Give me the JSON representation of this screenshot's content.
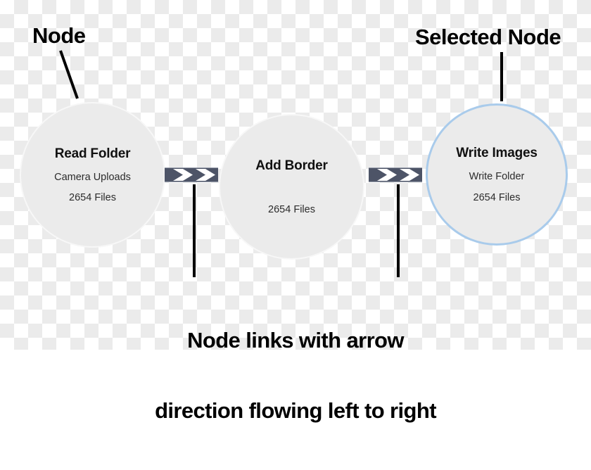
{
  "diagram": {
    "title": "Node graph with links",
    "background": "transparency-checkerboard",
    "colors": {
      "node_fill": "#ebebeb",
      "node_border": "#f7f7f7",
      "selected_border": "#a9cbeb",
      "link_bar": "#4d5467",
      "link_arrow": "#ffffff",
      "text": "#000000",
      "checker_light": "#ffffff",
      "checker_dark": "#ebebeb"
    },
    "nodes": [
      {
        "id": "read-folder",
        "title": "Read Folder",
        "subtitle": "Camera Uploads",
        "count": "2654 Files",
        "selected": false
      },
      {
        "id": "add-border",
        "title": "Add Border",
        "subtitle": "",
        "count": "2654 Files",
        "selected": false
      },
      {
        "id": "write-images",
        "title": "Write Images",
        "subtitle": "Write Folder",
        "count": "2654 Files",
        "selected": true
      }
    ],
    "links": [
      {
        "id": "link-1",
        "from": "read-folder",
        "to": "add-border",
        "arrows": 2,
        "direction": "left-to-right"
      },
      {
        "id": "link-2",
        "from": "add-border",
        "to": "write-images",
        "arrows": 2,
        "direction": "left-to-right"
      }
    ],
    "annotations": {
      "node_label": "Node",
      "selected_node_label": "Selected Node",
      "links_label_line1": "Node links with arrow",
      "links_label_line2": "direction flowing left to right"
    }
  }
}
